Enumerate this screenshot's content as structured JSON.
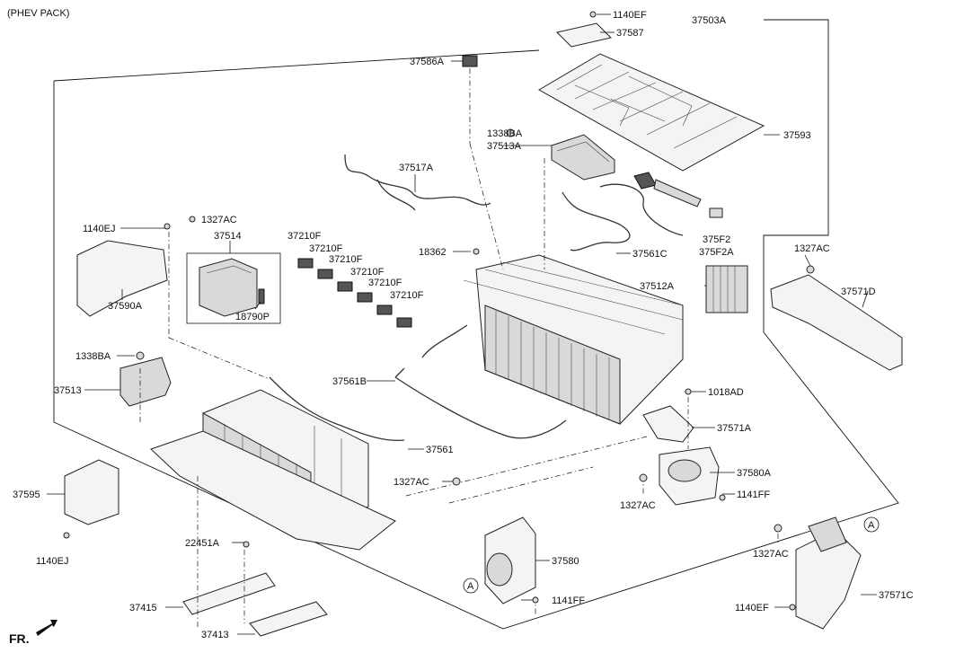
{
  "header": {
    "title": "(PHEV PACK)"
  },
  "footer": {
    "direction": "FR."
  },
  "parts": {
    "p1140EF_top": "1140EF",
    "p37587": "37587",
    "p37503A": "37503A",
    "p37586A": "37586A",
    "p37593": "37593",
    "p1338BA_top": "1338BA",
    "p37513A": "37513A",
    "p37517A": "37517A",
    "p1140EJ_top": "1140EJ",
    "p1327AC_a": "1327AC",
    "p37514": "37514",
    "p37210F_1": "37210F",
    "p37210F_2": "37210F",
    "p37210F_3": "37210F",
    "p37210F_4": "37210F",
    "p37210F_5": "37210F",
    "p37210F_6": "37210F",
    "p375F2": "375F2",
    "p375F2A": "375F2A",
    "p18362": "18362",
    "p37561C": "37561C",
    "p1327AC_b": "1327AC",
    "p37512A": "37512A",
    "p37571D": "37571D",
    "p37590A": "37590A",
    "p18790P": "18790P",
    "p1338BA_mid": "1338BA",
    "p37513": "37513",
    "p37561B": "37561B",
    "p1018AD": "1018AD",
    "p37571A": "37571A",
    "p37561": "37561",
    "p37580A": "37580A",
    "p1141FF_a": "1141FF",
    "p1327AC_c": "1327AC",
    "p1327AC_d": "1327AC",
    "p37595": "37595",
    "p1140EJ_bot": "1140EJ",
    "p22451A": "22451A",
    "p37580": "37580",
    "p1327AC_e": "1327AC",
    "p37571C": "37571C",
    "p1141FF_b": "1141FF",
    "p1140EF_bot": "1140EF",
    "p37415": "37415",
    "p37413": "37413"
  },
  "markers": {
    "a1": "A",
    "a2": "A"
  }
}
